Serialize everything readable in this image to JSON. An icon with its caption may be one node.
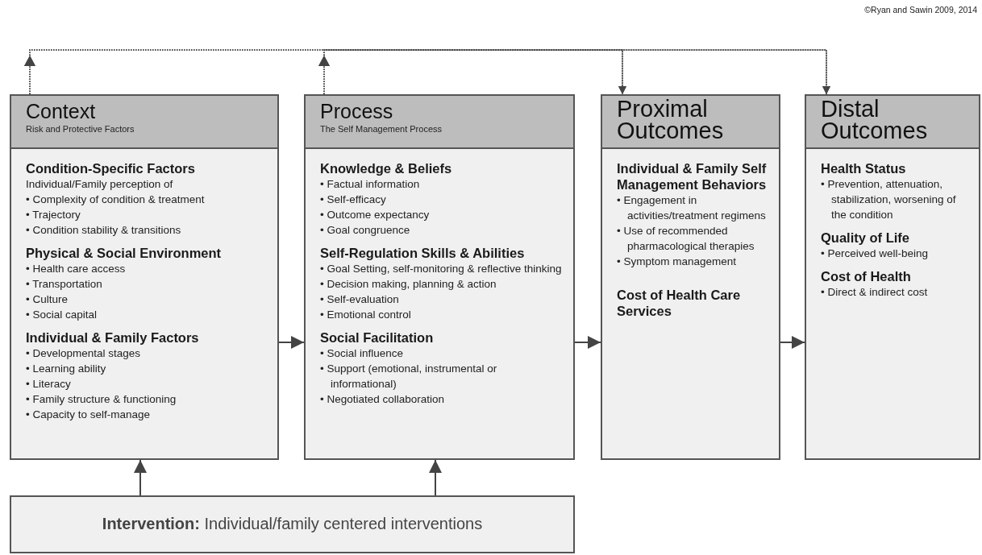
{
  "diagram": {
    "nodes": [
      {
        "text": [
          "Context",
          "Risk and Protective Factors",
          "Condition-Specific Factors",
          "Individual/Family perception of",
          "• Complexity of condition & treatment",
          "• Trajectory",
          "• Condition stability & transitions",
          "Physical & Social Environment",
          "• Health care access",
          "• Transportation",
          "• Culture",
          "• Social capital",
          "Individual & Family Factors",
          "• Developmental stages",
          "• Learning ability",
          "• Literacy",
          "• Family structure & functioning",
          "• Capacity to self-manage"
        ]
      },
      {
        "text": [
          "Process",
          "The Self Management Process",
          "Knowledge & Beliefs",
          "• Factual information",
          "• Self-efficacy",
          "• Outcome expectancy",
          "• Goal congruence",
          "Self-Regulation Skills & Abilities",
          "• Goal Setting, self-monitoring & reflective thinking",
          "• Decision making, planning & action",
          "• Self-evaluation",
          "• Emotional control",
          "Social Facilitation",
          "• Social influence",
          "• Support (emotional, instrumental or informational)",
          "• Negotiated collaboration"
        ]
      },
      {
        "text": [
          "Proximal Outcomes",
          "Individual & Family Self Management Behaviors",
          "• Engagement in activities/treatment regimens",
          "• Use of recommended pharmacological therapies",
          "• Symptom management",
          "Cost of Health Care Services"
        ]
      },
      {
        "text": [
          "Distal Outcomes",
          "Health Status",
          "• Prevention, attenuation, stabilization, worsening of the condition",
          "Quality of Life",
          "• Perceived well-being",
          "Cost of Health",
          "• Direct & indirect cost"
        ]
      },
      {
        "text": [
          "**Intervention:** Individual/family centered interventions"
        ]
      }
    ],
    "edges": [
      {
        "from": 0,
        "to": 1,
        "arrow": "to"
      },
      {
        "from": 1,
        "to": 2,
        "arrow": "to"
      },
      {
        "from": 2,
        "to": 3,
        "arrow": "to"
      },
      {
        "from": 4,
        "to": 0,
        "arrow": "to"
      },
      {
        "from": 4,
        "to": 1,
        "arrow": "to"
      },
      {
        "from": 0,
        "to": 2,
        "arrow": "to",
        "style": "dashed"
      },
      {
        "from": 0,
        "to": 3,
        "arrow": "to",
        "style": "dashed"
      },
      {
        "from": 1,
        "to": 2,
        "arrow": "to",
        "style": "dashed"
      },
      {
        "from": 1,
        "to": 3,
        "arrow": "to",
        "style": "dashed"
      }
    ],
    "labels": [
      "©Ryan and Sawin 2009, 2014"
    ]
  }
}
